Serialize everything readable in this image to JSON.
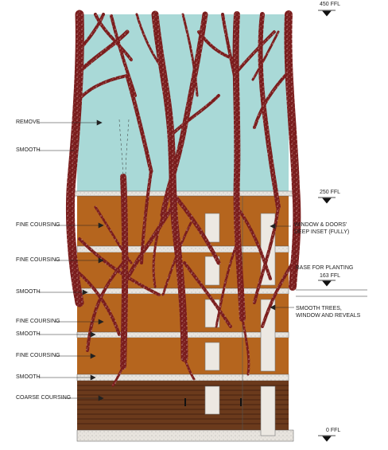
{
  "levels": {
    "top": "450 FFL",
    "upper": "250 FFL",
    "planting_title": "BASE FOR PLANTING",
    "planting": "163 FFL",
    "bottom": "0 FFL"
  },
  "left_labels": [
    "REMOVE",
    "SMOOTH",
    "FINE COURSING",
    "FINE COURSING",
    "SMOOTH",
    "FINE COURSING",
    "SMOOTH",
    "FINE COURSING",
    "SMOOTH",
    "COARSE COURSING"
  ],
  "right_labels": {
    "window_1": "WINDOW & DOORS'",
    "window_2": "DEEP INSET (FULLY)",
    "smooth_1": "SMOOTH TREES,",
    "smooth_2": "WINDOW AND REVEALS"
  },
  "colors": {
    "sky": "#a9d9d7",
    "brick": "#b5651e",
    "brick_dark": "#5a3016",
    "stone": "#e8e4de",
    "root": "#7a1d1d"
  }
}
